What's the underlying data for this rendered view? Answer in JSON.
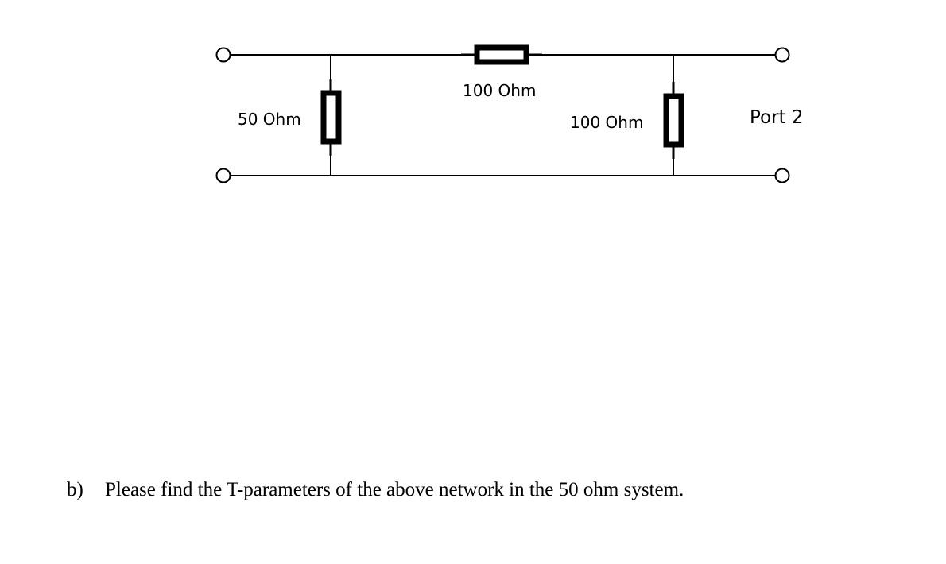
{
  "diagram": {
    "labels": {
      "shunt_left": "50 Ohm",
      "series": "100 Ohm",
      "shunt_right": "100 Ohm",
      "port2": "Port 2"
    }
  },
  "question": {
    "marker": "b)",
    "text": "Please find the T-parameters of the above network in the 50 ohm system."
  }
}
